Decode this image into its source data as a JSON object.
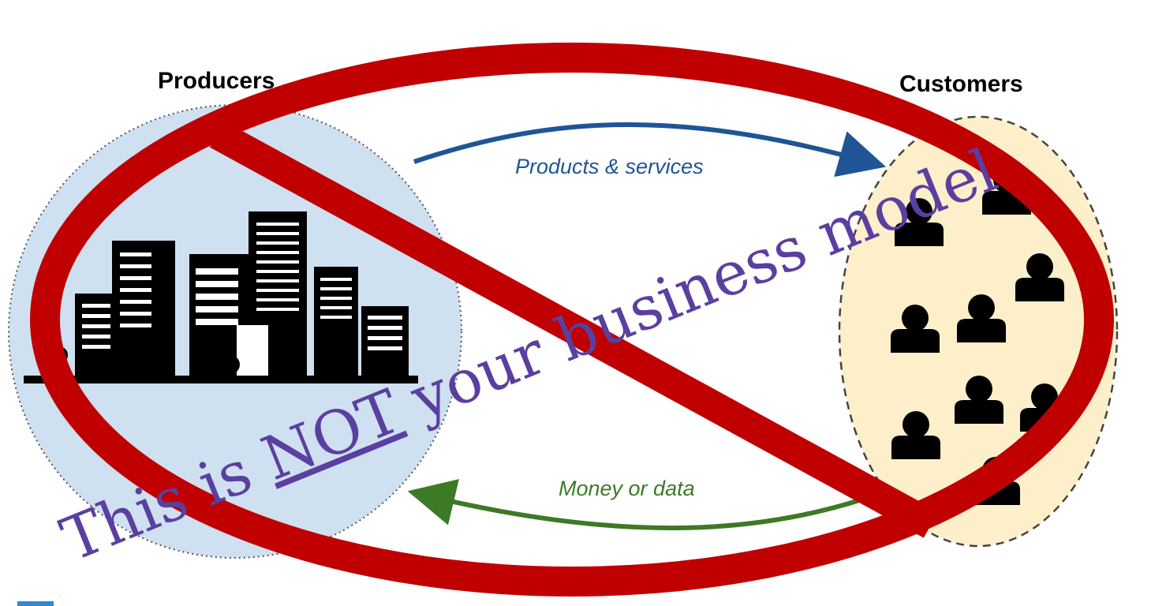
{
  "labels": {
    "producers": "Producers",
    "customers": "Customers",
    "products_flow": "Products & services",
    "money_flow": "Money or data"
  },
  "overlay": {
    "prefix": "This is ",
    "emphasis": "NOT",
    "suffix": " your business model"
  },
  "colors": {
    "producer_fill": "#cfe0f1",
    "customer_fill": "#fdefc9",
    "products_arrow": "#1f5596",
    "money_arrow": "#3d7a25",
    "prohibition": "#c00000",
    "overlay_text": "#5a3fa0",
    "corner_accent": "#2b8ad6"
  },
  "icons": {
    "producer": "city-buildings-icon",
    "customer": "person-icon",
    "prohibition": "no-sign-icon"
  }
}
